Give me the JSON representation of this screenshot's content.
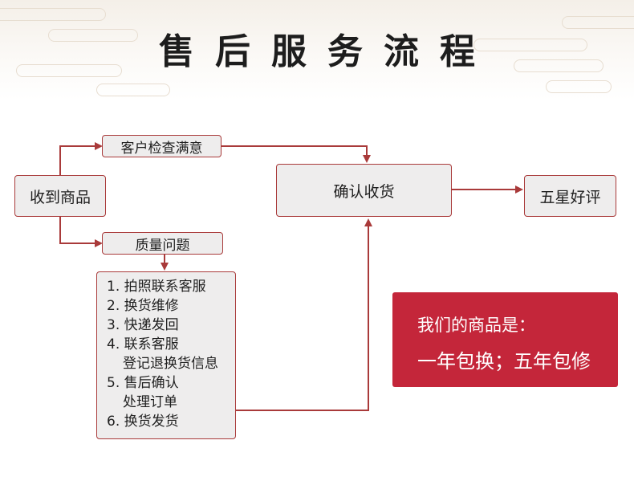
{
  "title": "售后服务流程",
  "nodes": {
    "receive": "收到商品",
    "satisfied": "客户检查满意",
    "quality": "质量问题",
    "confirm": "确认收货",
    "review": "五星好评"
  },
  "steps": [
    "1. 拍照联系客服",
    "2. 换货维修",
    "3. 快递发回",
    "4. 联系客服",
    "登记退换货信息",
    "5. 售后确认",
    "处理订单",
    "6. 换货发货"
  ],
  "promo": {
    "line1": "我们的商品是：",
    "line2": "一年包换；五年包修"
  },
  "colors": {
    "line": "#a93a3a",
    "box_fill": "#eeeded",
    "promo_fill": "#c4263a"
  }
}
